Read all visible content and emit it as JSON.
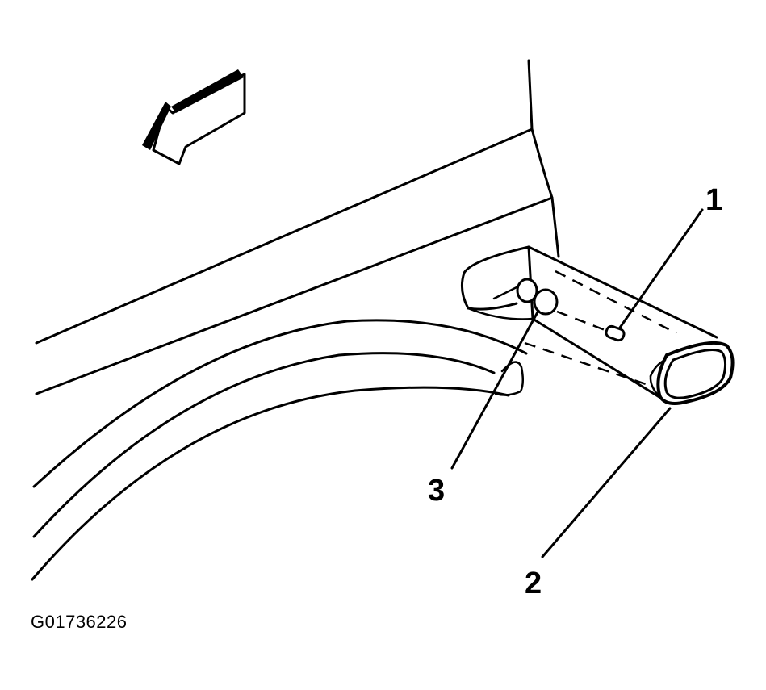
{
  "callouts": [
    {
      "id": "1",
      "label": "1"
    },
    {
      "id": "2",
      "label": "2"
    },
    {
      "id": "3",
      "label": "3"
    }
  ],
  "figure_id": "G01736226",
  "colors": {
    "ink": "#000000",
    "background": "#ffffff"
  },
  "icons": {
    "direction_arrow": "front-direction-arrow-icon"
  }
}
